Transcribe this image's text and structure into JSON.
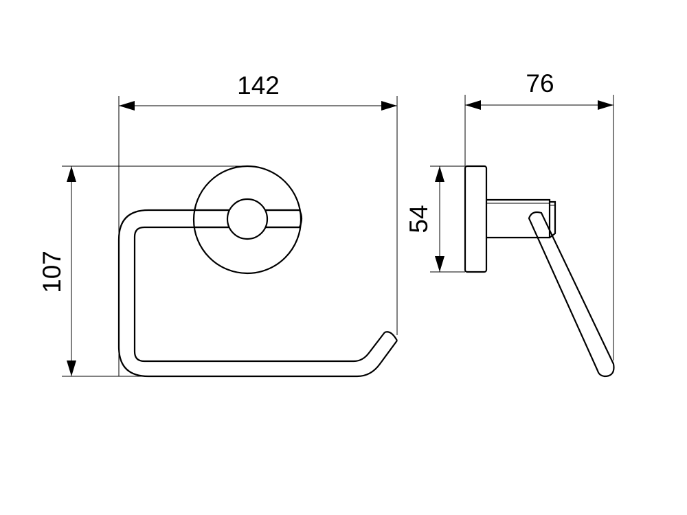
{
  "drawing": {
    "line_color": "#000000",
    "background": "#ffffff",
    "dimensions": {
      "width_front": "142",
      "height_front": "107",
      "depth_side": "76",
      "rosette_height": "54"
    }
  }
}
